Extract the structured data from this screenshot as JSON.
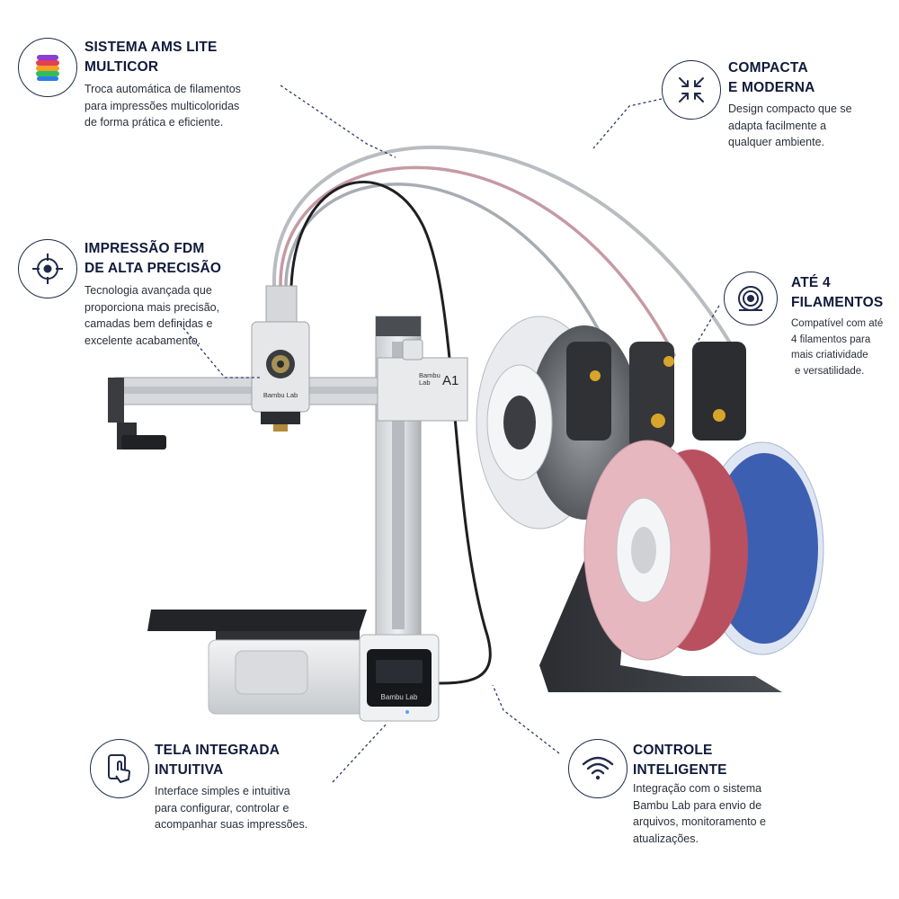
{
  "features": {
    "ams": {
      "title_lines": [
        "SISTEMA AMS LITE",
        "MULTICOR"
      ],
      "desc_lines": [
        "Troca automática de filamentos",
        "para impressões multicoloridas",
        "de forma prática e eficiente."
      ],
      "icon": "multicolor-layers-icon"
    },
    "fdm": {
      "title_lines": [
        "IMPRESSÃO FDM",
        "DE ALTA PRECISÃO"
      ],
      "desc_lines": [
        "Tecnologia avançada que",
        "proporciona mais precisão,",
        "camadas bem definidas e",
        "excelente acabamento."
      ],
      "icon": "crosshair-icon"
    },
    "compact": {
      "title_lines": [
        "COMPACTA",
        "E MODERNA"
      ],
      "desc_lines": [
        "Design compacto que se",
        "adapta facilmente a",
        "qualquer ambiente."
      ],
      "icon": "compress-arrows-icon"
    },
    "filaments": {
      "title_lines": [
        "ATÉ 4",
        "FILAMENTOS"
      ],
      "desc_lines": [
        "Compatível com até",
        "4 filamentos para",
        "mais criatividade",
        "e versatilidade."
      ],
      "icon": "spool-icon"
    },
    "screen": {
      "title_lines": [
        "TELA INTEGRADA",
        "INTUITIVA"
      ],
      "desc_lines": [
        "Interface simples e intuitiva",
        "para configurar, controlar e",
        "acompanhar suas impressões."
      ],
      "icon": "touch-screen-icon"
    },
    "smart": {
      "title_lines": [
        "CONTROLE",
        "INTELIGENTE"
      ],
      "desc_lines": [
        "Integração com o sistema",
        "Bambu Lab para envio de",
        "arquivos, monitoramento e",
        "atualizações."
      ],
      "icon": "wifi-icon"
    }
  },
  "printer": {
    "head_label": "Bambu Lab",
    "model_label": "A1",
    "brand_top": "Bambu",
    "brand_bottom": "Lab",
    "screen_label": "Bambu Lab"
  },
  "colors": {
    "navy": "#101a3a",
    "accent_line": "#2b3a63",
    "spool_red": "#b9505f",
    "spool_pink": "#e7b7bf",
    "spool_blue": "#3d5fb1",
    "spool_grey": "#6f7276"
  }
}
